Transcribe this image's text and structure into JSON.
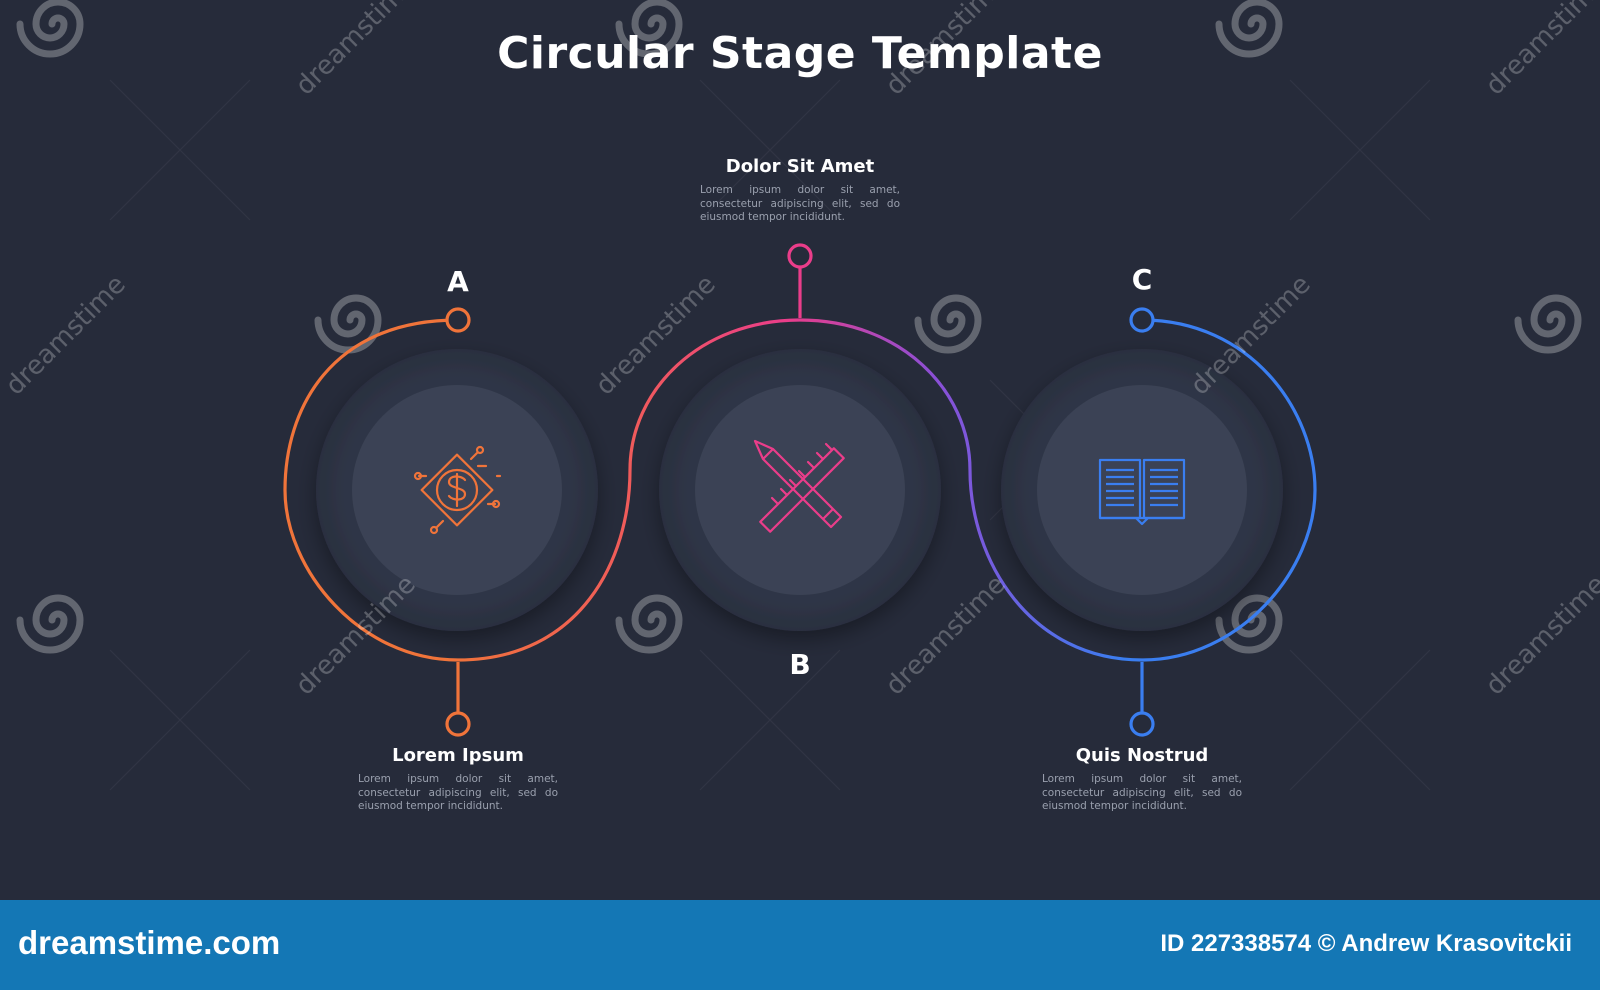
{
  "title": "Circular Stage Template",
  "colors": {
    "background": "#262b3a",
    "stage_a": "#f0743a",
    "stage_b": "#ea3d8a",
    "stage_c": "#3a7ef0"
  },
  "stages": [
    {
      "letter": "A",
      "title": "Lorem Ipsum",
      "text": "Lorem ipsum dolor sit amet, consectetur adipiscing elit, sed do eiusmod tempor incididunt.",
      "icon": "dollar-circuit-icon"
    },
    {
      "letter": "B",
      "title": "Dolor Sit Amet",
      "text": "Lorem ipsum dolor sit amet, consectetur adipiscing elit, sed do eiusmod tempor incididunt.",
      "icon": "pencil-ruler-icon"
    },
    {
      "letter": "C",
      "title": "Quis Nostrud",
      "text": "Lorem ipsum dolor sit amet, consectetur adipiscing elit, sed do eiusmod tempor incididunt.",
      "icon": "open-book-icon"
    }
  ],
  "watermark": {
    "word": "dreamstime",
    "brand": "dreamstime.com",
    "id_credit": "ID 227338574 © Andrew Krasovitckii"
  }
}
